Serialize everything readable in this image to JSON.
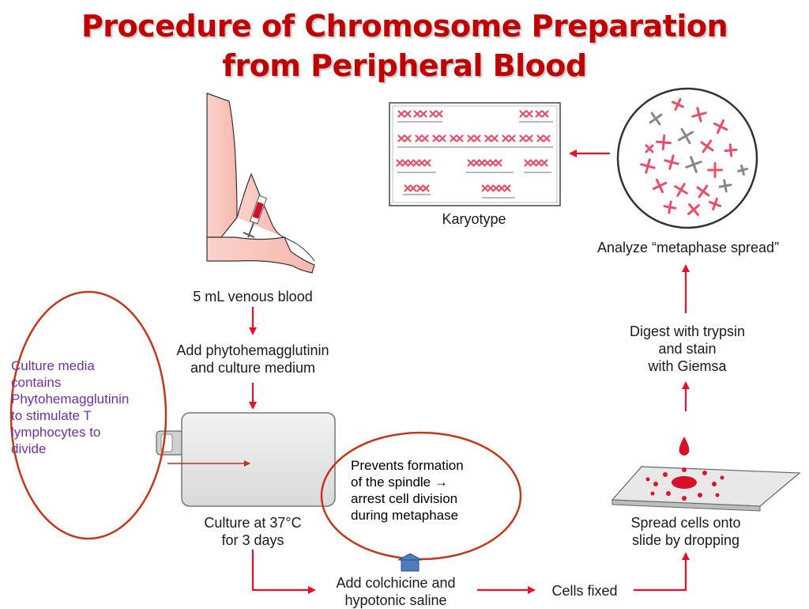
{
  "title": {
    "line1": "Procedure of Chromosome Preparation",
    "line2": "from Peripheral Blood"
  },
  "steps": {
    "blood": "5 mL venous blood",
    "add_pha_1": "Add phytohemagglutinin",
    "add_pha_2": "and culture medium",
    "culture_1": "Culture at 37°C",
    "culture_2": "for 3 days",
    "colchicine_1": "Add colchicine and",
    "colchicine_2": "hypotonic saline",
    "fixed": "Cells fixed",
    "spread_1": "Spread cells onto",
    "spread_2": "slide by dropping",
    "digest_1": "Digest with trypsin",
    "digest_2": "and stain",
    "digest_3": "with Giemsa",
    "analyze": "Analyze “metaphase spread”",
    "karyotype": "Karyotype"
  },
  "notes": {
    "culture_lines": [
      "Culture media",
      "contains",
      "Phytohemagglutinin",
      "to stimulate T",
      "lymphocytes to",
      "divide"
    ],
    "colchicine_lines": [
      "Prevents formation",
      "of the spindle →",
      "arrest cell division",
      "during metaphase"
    ]
  },
  "colors": {
    "title": "#c00000",
    "arrow": "#e8102a",
    "chromosome": "#e8506a",
    "oval": "#c0391b",
    "note_purple": "#7030a0"
  }
}
